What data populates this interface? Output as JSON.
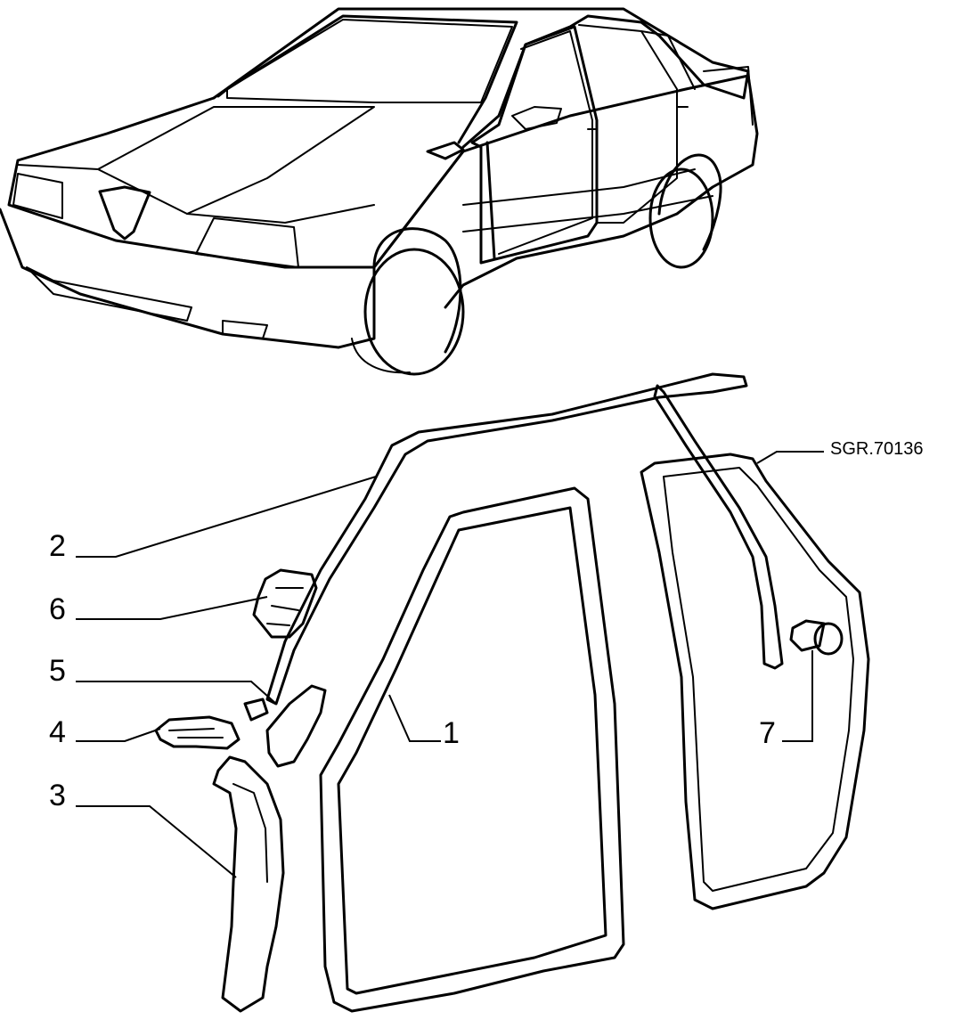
{
  "diagram": {
    "reference_code": "SGR.70136",
    "callouts": [
      {
        "id": "1",
        "label": "1"
      },
      {
        "id": "2",
        "label": "2"
      },
      {
        "id": "3",
        "label": "3"
      },
      {
        "id": "4",
        "label": "4"
      },
      {
        "id": "5",
        "label": "5"
      },
      {
        "id": "6",
        "label": "6"
      },
      {
        "id": "7",
        "label": "7"
      }
    ]
  }
}
